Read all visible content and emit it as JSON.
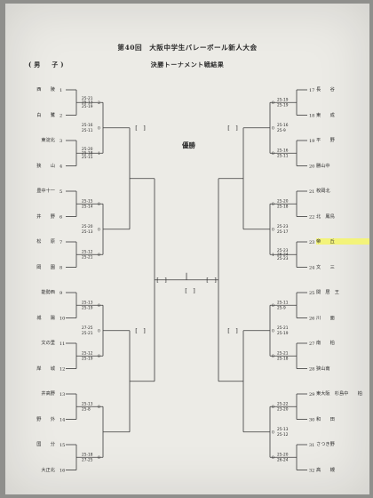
{
  "title": "第40回　大阪中学生バレーボール新人大会",
  "subtitle": "決勝トーナメント戦結果",
  "division": "(男　子)",
  "winner_label": "優勝",
  "left_teams": [
    {
      "name": "西　　陵",
      "seed": "1"
    },
    {
      "name": "白　　鷺",
      "seed": "2"
    },
    {
      "name": "東淀北",
      "seed": "3"
    },
    {
      "name": "狭　　山",
      "seed": "4"
    },
    {
      "name": "豊中十一",
      "seed": "5"
    },
    {
      "name": "井　　野",
      "seed": "6"
    },
    {
      "name": "松　　原",
      "seed": "7"
    },
    {
      "name": "岡　　園",
      "seed": "8"
    },
    {
      "name": "能勢西",
      "seed": "9"
    },
    {
      "name": "城　　陽",
      "seed": "10"
    },
    {
      "name": "文の里",
      "seed": "11"
    },
    {
      "name": "岸　　城",
      "seed": "12"
    },
    {
      "name": "井高野",
      "seed": "13"
    },
    {
      "name": "野　　外",
      "seed": "14"
    },
    {
      "name": "国　　分",
      "seed": "15"
    },
    {
      "name": "大正北",
      "seed": "16"
    }
  ],
  "right_teams": [
    {
      "seed": "17",
      "name": "長　　谷"
    },
    {
      "seed": "18",
      "name": "東　　成"
    },
    {
      "seed": "19",
      "name": "平　　野"
    },
    {
      "seed": "20",
      "name": "勝山中"
    },
    {
      "seed": "21",
      "name": "枚岡北"
    },
    {
      "seed": "22",
      "name": "北　鳳鳥"
    },
    {
      "seed": "23",
      "name": "帝　　丘"
    },
    {
      "seed": "24",
      "name": "文　　三"
    },
    {
      "seed": "25",
      "name": "関　居　王"
    },
    {
      "seed": "26",
      "name": "川　　面"
    },
    {
      "seed": "27",
      "name": "南　　柏"
    },
    {
      "seed": "28",
      "name": "狭山南"
    },
    {
      "seed": "29",
      "name": "東大阪　杉島中　　柏"
    },
    {
      "seed": "30",
      "name": "和　　田"
    },
    {
      "seed": "31",
      "name": "さつき野"
    },
    {
      "seed": "32",
      "name": "高　　槻"
    }
  ],
  "left_r1": [
    {
      "scores": "25-21\n25-13\n25-19",
      "sets": "2"
    },
    {
      "scores": "25-16\n25-11",
      "sets": "0"
    },
    {
      "scores": "25-20\n25-18\n25-15",
      "sets": "1"
    },
    {
      "scores": "25-15\n25-14",
      "sets": "0"
    },
    {
      "scores": "25-20\n25-13",
      "sets": "0"
    },
    {
      "scores": "25-12\n25-21",
      "sets": "0"
    },
    {
      "scores": "25-13\n25-19",
      "sets": "0"
    },
    {
      "scores": "27-25\n25-21",
      "sets": "0"
    },
    {
      "scores": "25-12\n25-19",
      "sets": "0"
    },
    {
      "scores": "25-13\n25-8",
      "sets": "0"
    },
    {
      "scores": "25-18\n27-25",
      "sets": "0"
    }
  ],
  "right_r1": [
    {
      "scores": "25-19\n25-19",
      "sets": "0"
    },
    {
      "scores": "25-16\n25-9",
      "sets": "0"
    },
    {
      "scores": "25-16\n25-11",
      "sets": "0"
    },
    {
      "scores": "25-20\n25-18",
      "sets": "0"
    },
    {
      "scores": "25-23\n25-17",
      "sets": "0"
    },
    {
      "scores": "25-23\n26-24\n25-23",
      "sets": "1"
    },
    {
      "scores": "25-11\n25-9",
      "sets": "0"
    },
    {
      "scores": "25-21\n25-19",
      "sets": "0"
    },
    {
      "scores": "25-21\n25-18",
      "sets": "0"
    },
    {
      "scores": "25-22\n23-20",
      "sets": "0"
    },
    {
      "scores": "25-13\n25-12",
      "sets": "0"
    },
    {
      "scores": "25-20\n26-24",
      "sets": "0"
    }
  ],
  "empty_box": "[　]",
  "highlight_color": "#f3f37a"
}
